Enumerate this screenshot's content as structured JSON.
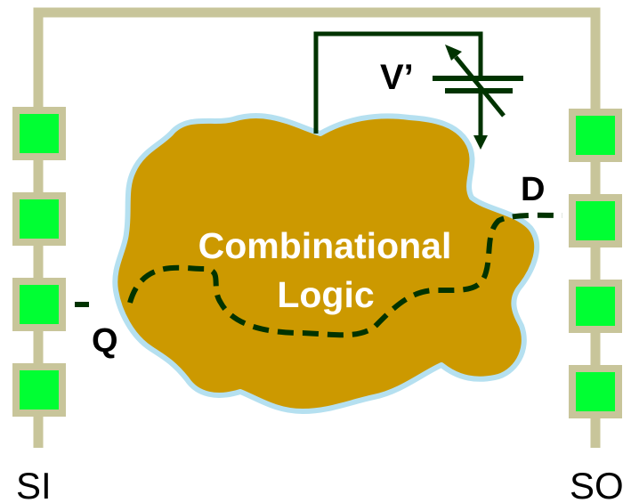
{
  "labels": {
    "logic_line1": "Combinational",
    "logic_line2": "Logic",
    "voltage": "V’",
    "q": "Q",
    "d": "D",
    "si": "SI",
    "so": "SO"
  },
  "colors": {
    "scan_chain_wire": "#c8c59a",
    "flip_flop_fill": "#00ff33",
    "cloud_fill": "#cc9900",
    "cloud_outline": "#b5e0f0",
    "path_and_source": "#003300",
    "text_dark": "#000000",
    "text_light": "#ffffff"
  },
  "icons": {
    "variable_source": "variable-capacitor-icon"
  }
}
